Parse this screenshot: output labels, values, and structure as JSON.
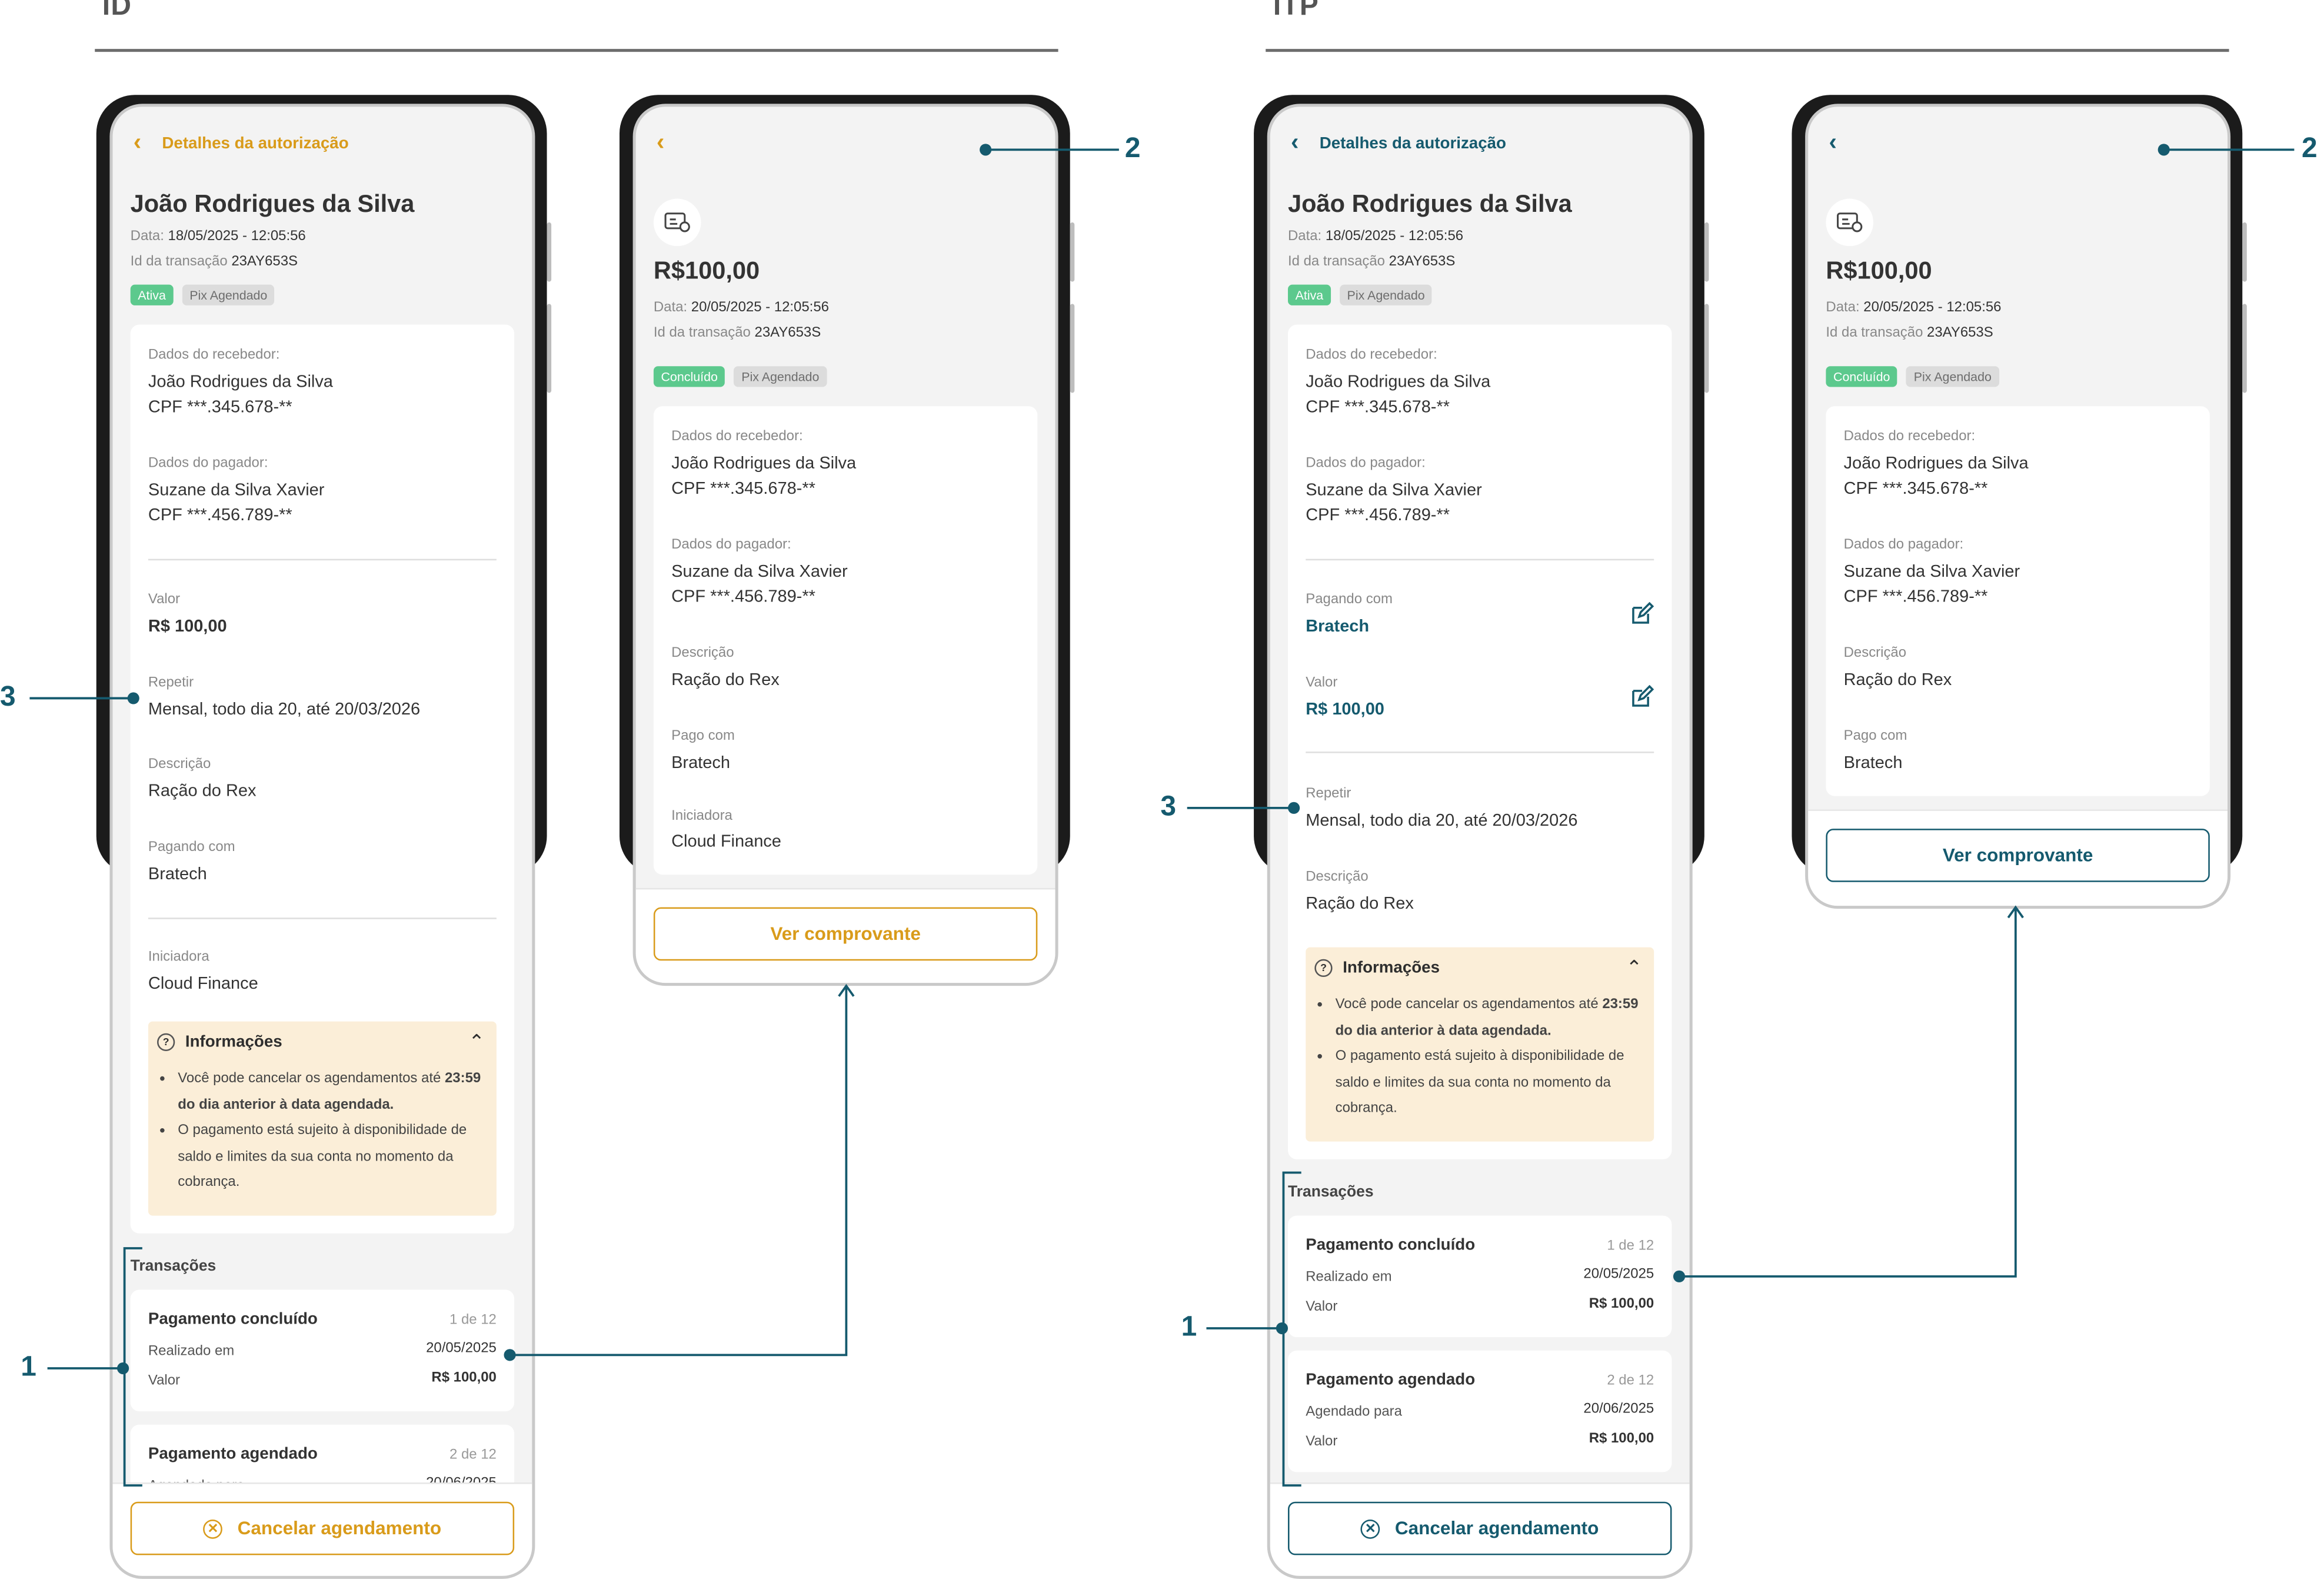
{
  "sections": {
    "id": "ID",
    "itp": "ITP"
  },
  "callouts": {
    "one": "1",
    "two": "2",
    "three": "3"
  },
  "colors": {
    "id_accent": "#d99b1a",
    "itp_accent": "#155a6e",
    "active": "#5cc98d",
    "info_bg": "#fbeed8"
  },
  "detail": {
    "header": "Detalhes da autorização",
    "name": "João Rodrigues da Silva",
    "date_label": "Data:",
    "date": "18/05/2025 - 12:05:56",
    "txid_label": "Id da transação",
    "txid": "23AY653S",
    "tag_active": "Ativa",
    "tag_type": "Pix Agendado",
    "receiver_label": "Dados do recebedor:",
    "receiver_name": "João Rodrigues da Silva",
    "receiver_cpf": "CPF ***.345.678-**",
    "payer_label": "Dados do pagador:",
    "payer_name": "Suzane da Silva Xavier",
    "payer_cpf": "CPF ***.456.789-**",
    "value_label": "Valor",
    "value": "R$ 100,00",
    "repeat_label": "Repetir",
    "repeat_id": "Mensal, todo dia 20, até 20/03/2026",
    "repeat_itp": "Mensal, todo dia 20, até 20/03/2026",
    "desc_label": "Descrição",
    "desc": "Ração do Rex",
    "paying_label": "Pagando com",
    "paying": "Bratech",
    "initiator_label": "Iniciadora",
    "initiator": "Cloud Finance",
    "info_title": "Informações",
    "info_1a": "Você pode cancelar os agendamentos até",
    "info_1b": "23:59 do dia anterior à data agendada.",
    "info_2": "O pagamento está sujeito à disponibilidade de saldo e limites da sua conta no momento da cobrança.",
    "tx_section": "Transações",
    "tx": [
      {
        "title": "Pagamento concluído",
        "count": "1 de 12",
        "when_label": "Realizado em",
        "when": "20/05/2025",
        "value_label": "Valor",
        "value": "R$ 100,00"
      },
      {
        "title": "Pagamento agendado",
        "count": "2 de 12",
        "when_label": "Agendado para",
        "when": "20/06/2025",
        "value_label": "Valor",
        "value": "R$ 100,00"
      }
    ],
    "cancel": "Cancelar agendamento"
  },
  "receipt": {
    "amount": "R$100,00",
    "date_label": "Data:",
    "date": "20/05/2025 - 12:05:56",
    "txid_label": "Id da transação",
    "txid": "23AY653S",
    "tag_done": "Concluído",
    "tag_type": "Pix Agendado",
    "paid_label": "Pago com",
    "paid": "Bratech",
    "initiator_label": "Iniciadora",
    "initiator": "Cloud Finance",
    "button": "Ver comprovante"
  }
}
